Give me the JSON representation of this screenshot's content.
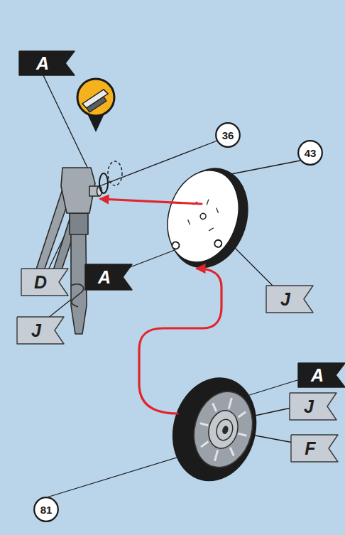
{
  "diagram": {
    "nodes": [
      {
        "text": [
          "A"
        ]
      },
      {
        "text": [
          "36"
        ]
      },
      {
        "text": [
          "43"
        ]
      },
      {
        "text": [
          "A"
        ]
      },
      {
        "text": [
          "D"
        ]
      },
      {
        "text": [
          "J"
        ]
      },
      {
        "text": [
          "J"
        ]
      },
      {
        "text": [
          "A"
        ]
      },
      {
        "text": [
          "J"
        ]
      },
      {
        "text": [
          "F"
        ]
      },
      {
        "text": [
          "81"
        ]
      }
    ]
  }
}
